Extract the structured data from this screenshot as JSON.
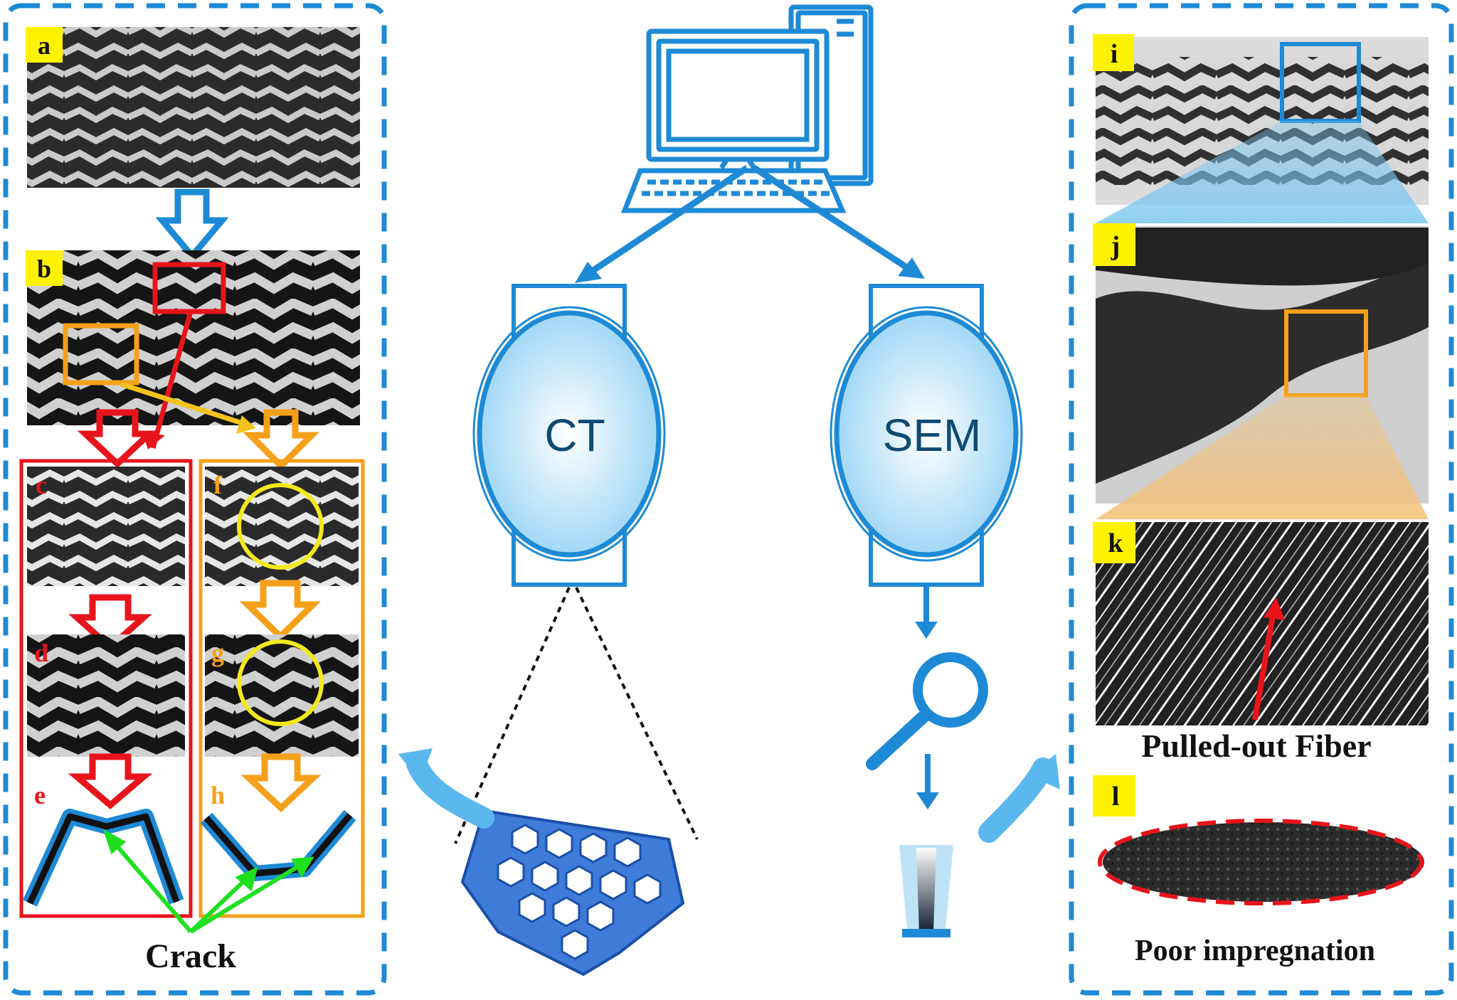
{
  "colors": {
    "blue": "#1e8ad6",
    "light_blue": "#5bb8ee",
    "red": "#e8141b",
    "orange": "#f5a01a",
    "yellow": "#f2e81e",
    "green": "#1ee01e",
    "label_bg": "#fff200"
  },
  "left_panel": {
    "labels": {
      "a": "a",
      "b": "b",
      "c": "c",
      "d": "d",
      "e": "e",
      "f": "f",
      "g": "g",
      "h": "h"
    },
    "crack_label": "Crack"
  },
  "center": {
    "ct_label": "CT",
    "sem_label": "SEM",
    "icons": [
      "computer-icon",
      "magnifier-icon",
      "honeycomb-icon",
      "pore-icon"
    ]
  },
  "right_panel": {
    "labels": {
      "i": "i",
      "j": "j",
      "k": "k",
      "l": "l"
    },
    "pulled_out_label": "Pulled-out Fiber",
    "poor_impregnation_label": "Poor impregnation"
  }
}
